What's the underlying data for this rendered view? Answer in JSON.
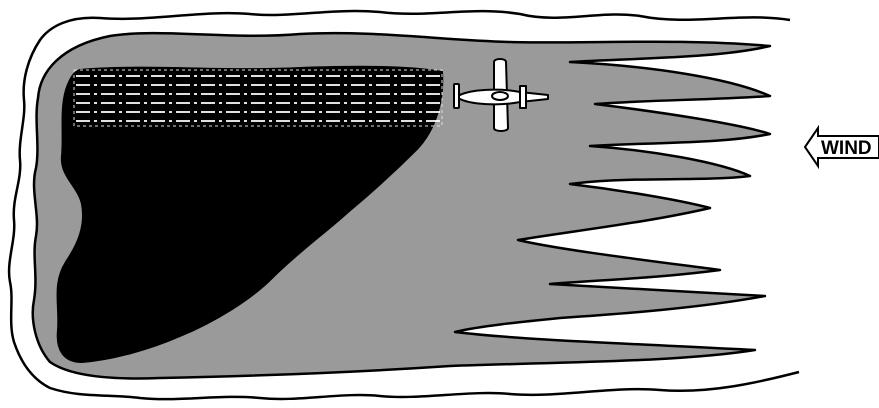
{
  "wind": {
    "label": "WIND",
    "direction": "left",
    "icon": "wind-arrow-icon"
  },
  "aircraft": {
    "icon": "airplane-icon",
    "heading": "left"
  },
  "colors": {
    "background": "#ffffff",
    "outline": "#000000",
    "smoke": "#9a9a9a",
    "burned_area": "#000000",
    "swath": "#ffffff"
  }
}
